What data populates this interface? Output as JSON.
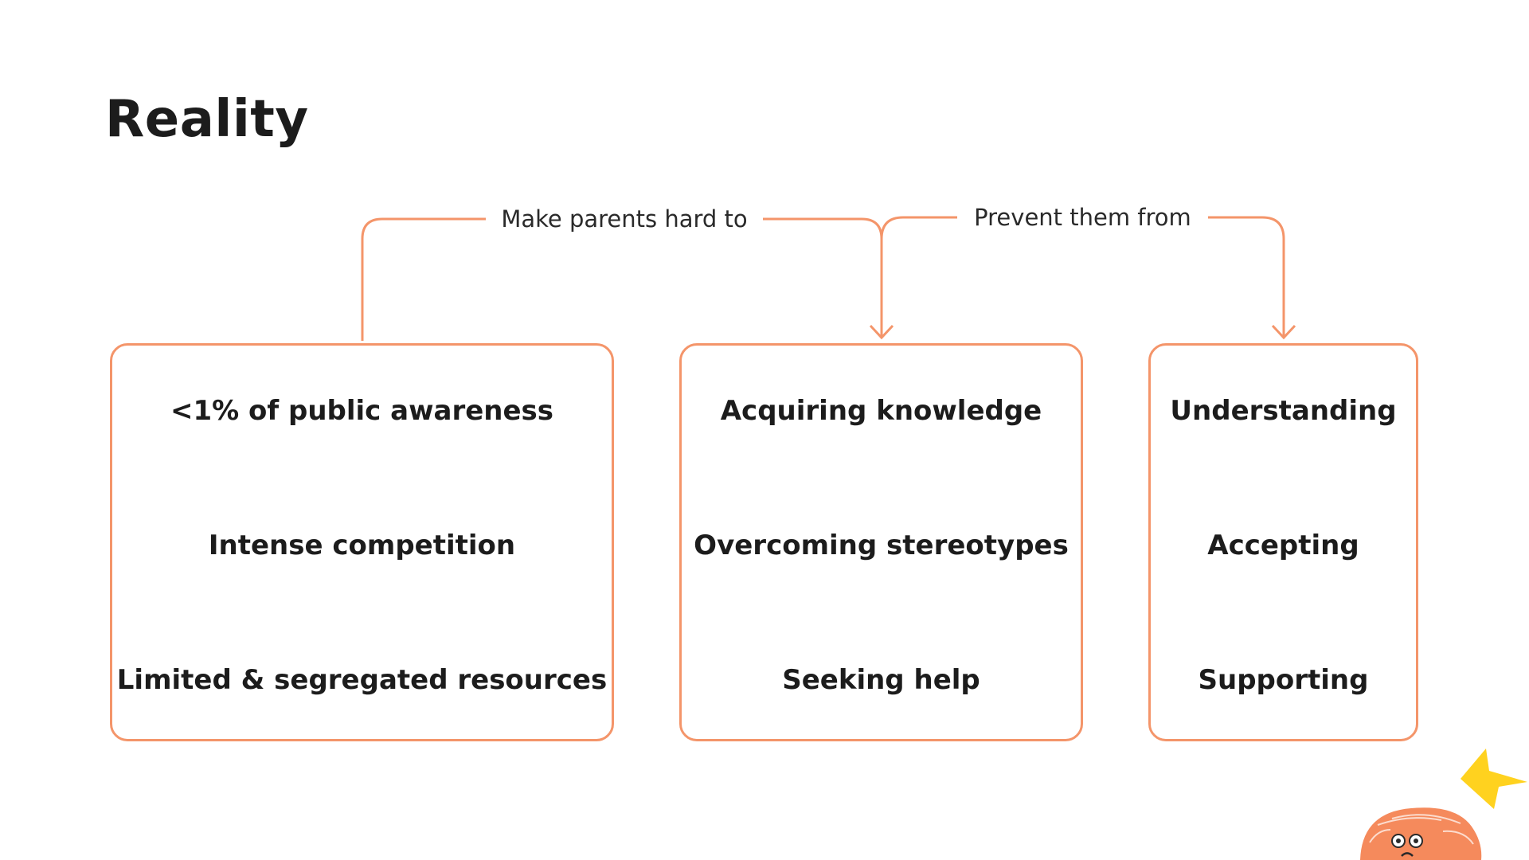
{
  "slide": {
    "title": "Reality"
  },
  "edges": {
    "make_parents_hard_to": "Make parents hard to",
    "prevent_them_from": "Prevent them from"
  },
  "boxes": [
    {
      "items": [
        "<1% of public awareness",
        "Intense competition",
        "Limited & segregated resources"
      ]
    },
    {
      "items": [
        "Acquiring knowledge",
        "Overcoming stereotypes",
        "Seeking help"
      ]
    },
    {
      "items": [
        "Understanding",
        "Accepting",
        "Supporting"
      ]
    }
  ],
  "colors": {
    "accent_orange": "#f4956a",
    "mascot_orange": "#f58a5c",
    "crown_yellow": "#ffd21f",
    "text": "#1c1c1c"
  },
  "icons": {
    "mascot": "mascot-icon",
    "crown": "crown-icon"
  }
}
